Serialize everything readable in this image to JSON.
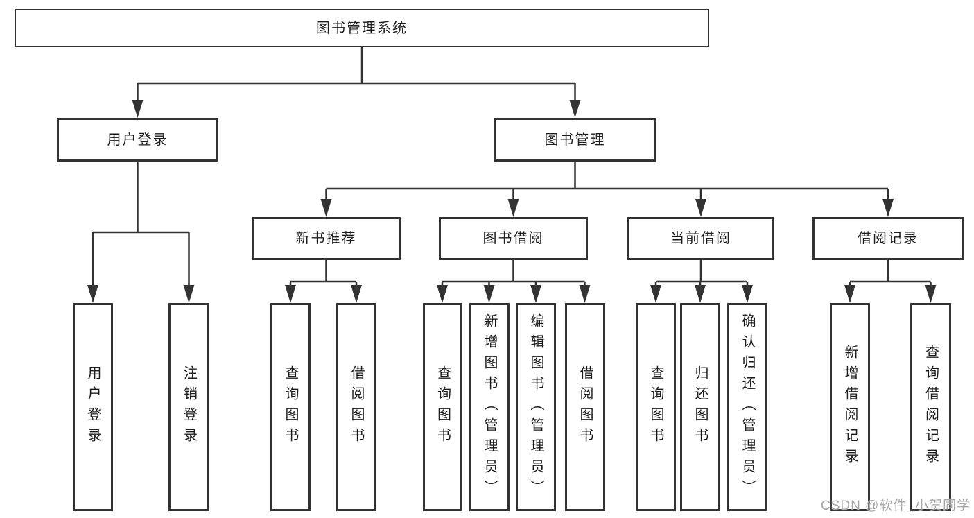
{
  "diagram": {
    "root": {
      "label": "图书管理系统"
    },
    "level2": [
      {
        "label": "用户登录"
      },
      {
        "label": "图书管理"
      }
    ],
    "level3": [
      {
        "label": "新书推荐"
      },
      {
        "label": "图书借阅"
      },
      {
        "label": "当前借阅"
      },
      {
        "label": "借阅记录"
      }
    ],
    "level4": [
      {
        "label": "用户登录"
      },
      {
        "label": "注销登录"
      },
      {
        "label": "查询图书"
      },
      {
        "label": "借阅图书"
      },
      {
        "label": "查询图书"
      },
      {
        "label": "新增图书（管理员）"
      },
      {
        "label": "编辑图书（管理员）"
      },
      {
        "label": "借阅图书"
      },
      {
        "label": "查询图书"
      },
      {
        "label": "归还图书"
      },
      {
        "label": "确认归还（管理员）"
      },
      {
        "label": "新增借阅记录"
      },
      {
        "label": "查询借阅记录"
      }
    ],
    "colors": {
      "line": "#333333",
      "text": "#1c1c1c",
      "background": "#ffffff",
      "watermark": "#a8a8a8"
    }
  },
  "watermark": {
    "text": "CSDN @软件_小贺同学"
  }
}
